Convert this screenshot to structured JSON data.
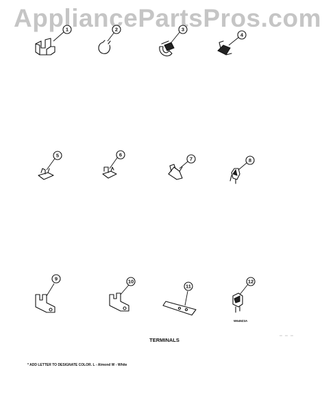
{
  "watermark": "AppliancePartsPros.com",
  "title": "TERMINALS",
  "footnote": "* ADD LETTER TO DESIGNATE COLOR.  L - Almond  W - White",
  "diagram_code": "W649Z3A",
  "callouts": [
    "1",
    "2",
    "3",
    "4",
    "5",
    "6",
    "7",
    "8",
    "9",
    "10",
    "11",
    "12"
  ]
}
